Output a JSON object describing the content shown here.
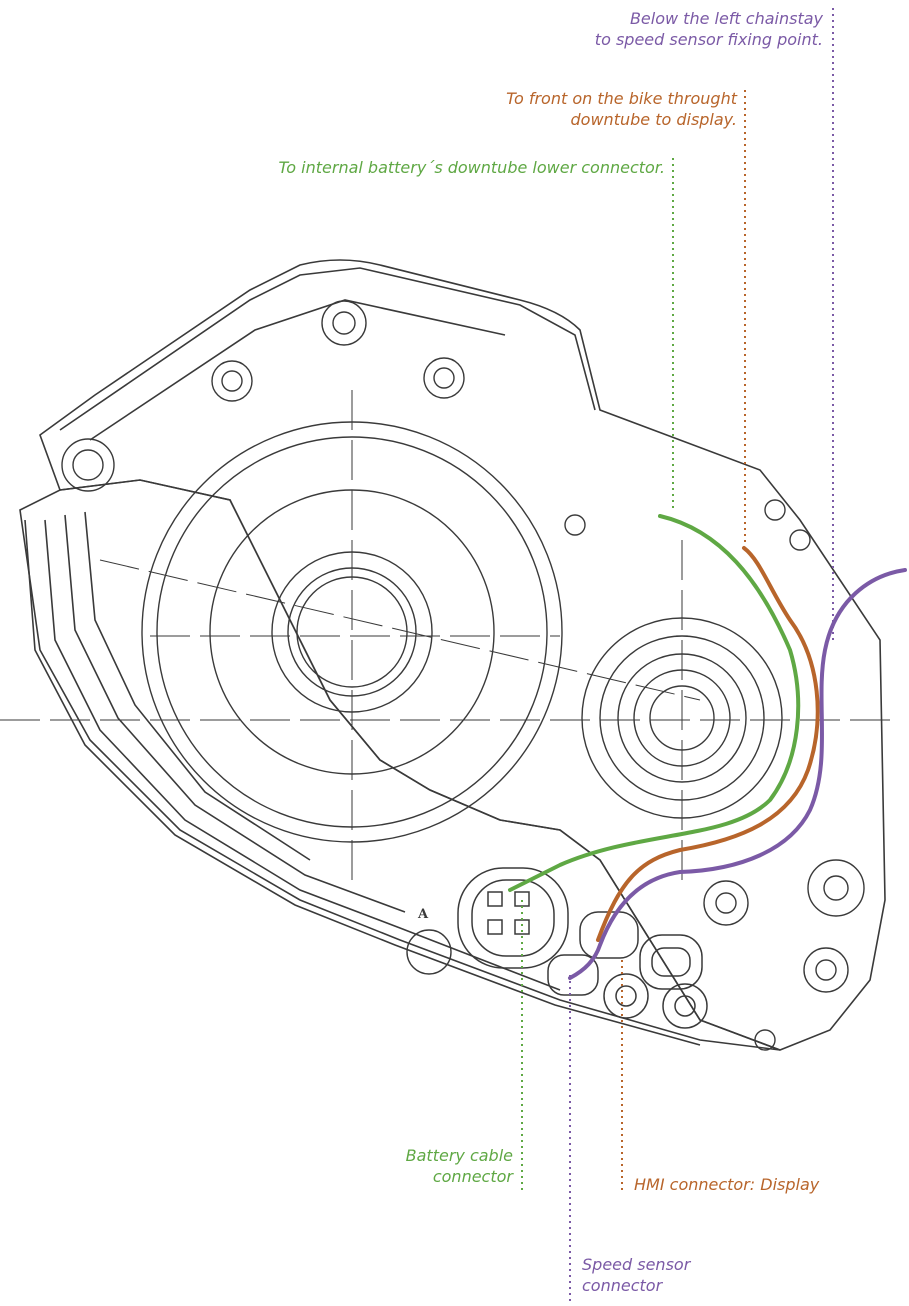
{
  "callouts": {
    "speed_sensor_route": {
      "line1": "Below the left chainstay",
      "line2": "to speed sensor fixing point."
    },
    "display_route": {
      "line1": "To front on the bike throught",
      "line2": "downtube to display."
    },
    "battery_route": {
      "text": "To internal battery´s downtube lower connector."
    },
    "battery_connector": {
      "line1": "Battery cable",
      "line2": "connector"
    },
    "hmi_connector": {
      "text": "HMI connector: Display"
    },
    "speed_connector": {
      "line1": "Speed sensor",
      "line2": "connector"
    },
    "motor_mark": "A"
  },
  "colors": {
    "speed_sensor": "#7b5aa6",
    "display": "#b8652b",
    "battery": "#5fa844",
    "drawing": "#3a3a3a"
  }
}
